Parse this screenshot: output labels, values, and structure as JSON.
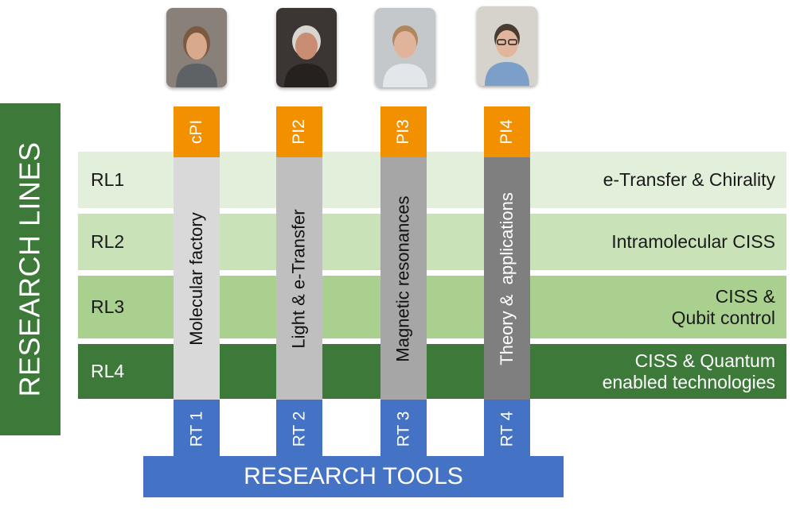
{
  "banner": {
    "label": "RESEARCH LINES"
  },
  "rows": [
    {
      "id": "RL1",
      "desc": [
        "e-Transfer & Chirality"
      ]
    },
    {
      "id": "RL2",
      "desc": [
        "Intramolecular CISS"
      ]
    },
    {
      "id": "RL3",
      "desc": [
        "CISS &",
        "Qubit control"
      ]
    },
    {
      "id": "RL4",
      "desc": [
        "CISS & Quantum",
        "enabled technologies"
      ]
    }
  ],
  "columns": [
    {
      "pi": "cPI",
      "topic": "Molecular factory",
      "tool": "RT 1"
    },
    {
      "pi": "PI2",
      "topic": "Light & e-Transfer",
      "tool": "RT 2"
    },
    {
      "pi": "PI3",
      "topic": "Magnetic resonances",
      "tool": "RT 3"
    },
    {
      "pi": "PI4",
      "topic": "Theory &  applications",
      "tool": "RT 4"
    }
  ],
  "tools": {
    "label": "RESEARCH TOOLS"
  },
  "colors": {
    "banner": "#3d7a3a",
    "rl1": "#e2efda",
    "rl2": "#c9e2b8",
    "rl3": "#a9d08e",
    "rl4": "#3d7a3a",
    "pi_tag": "#f39000",
    "rt": "#4472c4",
    "col1": "#d9d9d9",
    "col2": "#bfbfbf",
    "col3": "#a6a6a6",
    "col4": "#7f7f7f"
  },
  "icons": [
    "person-photo-icon"
  ]
}
